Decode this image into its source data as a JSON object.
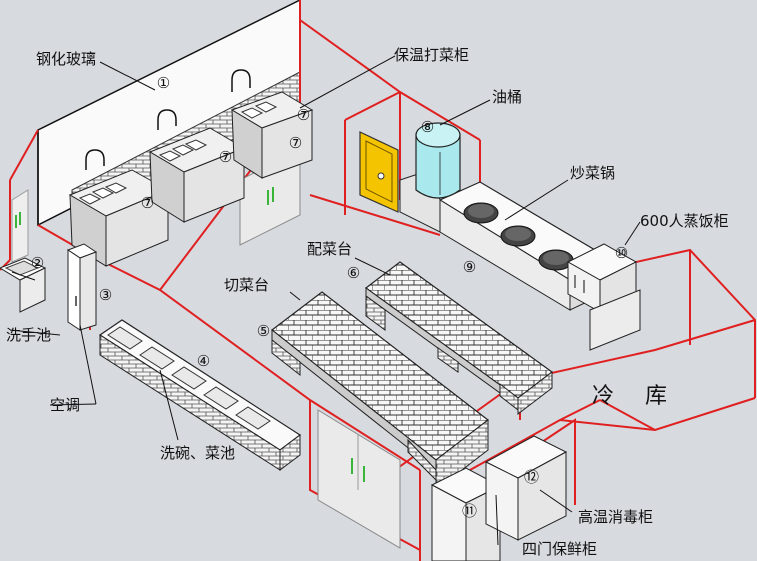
{
  "labels": {
    "glass": "钢化玻璃",
    "warm_cabinet": "保温打菜柜",
    "oil_drum": "油桶",
    "wok": "炒菜锅",
    "rice_steamer": "600人蒸饭柜",
    "prep_table": "配菜台",
    "cutting_table": "切菜台",
    "hand_sink": "洗手池",
    "aircon": "空调",
    "wash_sinks": "洗碗、菜池",
    "cold_storage_1": "冷",
    "cold_storage_2": "库",
    "sterilizer": "高温消毒柜",
    "fridge": "四门保鲜柜"
  },
  "numbers": {
    "n1": "①",
    "n2": "②",
    "n3": "③",
    "n4": "④",
    "n5": "⑤",
    "n6": "⑥",
    "n7a": "⑦",
    "n7b": "⑦",
    "n7c": "⑦",
    "n7d": "⑦",
    "n8": "⑧",
    "n9": "⑨",
    "n10": "⑩",
    "n11": "⑪",
    "n12": "⑫"
  },
  "colors": {
    "background": "#d7dadf",
    "wall_outline": "#e02020",
    "door": "#f5c400",
    "oil_drum": "#a9e8ec",
    "door_handle": "#3ab53a"
  }
}
